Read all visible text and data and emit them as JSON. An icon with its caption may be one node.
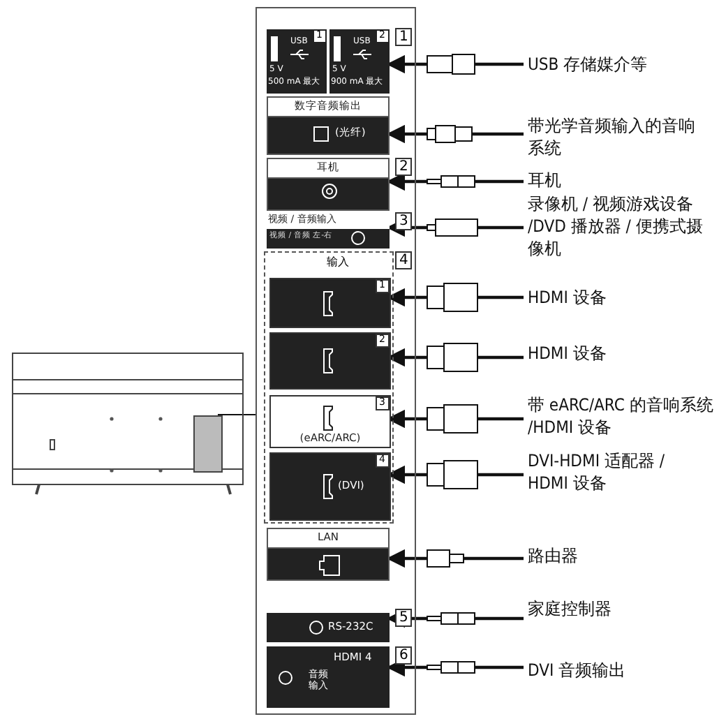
{
  "diagram": {
    "nodes": [
      {
        "text": [],
        "shape": "box"
      },
      {
        "text": [
          "1",
          "USB",
          "5 V",
          "500 mA 最大"
        ],
        "in": 0
      },
      {
        "text": [
          "2",
          "USB",
          "5 V",
          "900 mA 最大"
        ],
        "in": 0
      },
      {
        "text": [
          "数字音频输出",
          "(光纤)"
        ],
        "in": 0
      },
      {
        "text": [
          "耳机"
        ],
        "in": 0
      },
      {
        "text": [
          "视频 / 音频输入",
          "视频 / 音频 左-右"
        ],
        "in": 0
      },
      {
        "text": [
          "输入"
        ],
        "in": 0
      },
      {
        "text": [
          "1"
        ],
        "in": 6
      },
      {
        "text": [
          "2"
        ],
        "in": 6
      },
      {
        "text": [
          "3",
          "(eARC/ARC)"
        ],
        "in": 6
      },
      {
        "text": [
          "4",
          "(DVI)"
        ],
        "in": 6
      },
      {
        "text": [
          "LAN"
        ],
        "in": 0
      },
      {
        "text": [
          "RS-232C"
        ],
        "in": 0
      },
      {
        "text": [
          "HDMI 4",
          "音频输入"
        ],
        "in": 0
      },
      {
        "text": [
          "USB 存储媒介等"
        ]
      },
      {
        "text": [
          "带光学音频输入的音响系统"
        ]
      },
      {
        "text": [
          "耳机"
        ]
      },
      {
        "text": [
          "录像机 / 视频游戏设备 /DVD 播放器 / 便携式摄像机"
        ]
      },
      {
        "text": [
          "HDMI 设备"
        ]
      },
      {
        "text": [
          "HDMI 设备"
        ]
      },
      {
        "text": [
          "带 eARC/ARC 的音响系统 /HDMI 设备"
        ]
      },
      {
        "text": [
          "DVI-HDMI 适配器 / HDMI 设备"
        ]
      },
      {
        "text": [
          "路由器"
        ]
      },
      {
        "text": [
          "家庭控制器"
        ]
      },
      {
        "text": [
          "DVI 音频输出"
        ]
      },
      {
        "text": [],
        "shape": "picture"
      }
    ],
    "edges": [
      {
        "from": 14,
        "to": 2,
        "arrow": "to"
      },
      {
        "from": 15,
        "to": 3,
        "arrow": "to"
      },
      {
        "from": 16,
        "to": 4,
        "arrow": "to"
      },
      {
        "from": 17,
        "to": 5,
        "arrow": "to"
      },
      {
        "from": 18,
        "to": 7,
        "arrow": "to"
      },
      {
        "from": 19,
        "to": 8,
        "arrow": "to"
      },
      {
        "from": 20,
        "to": 9,
        "arrow": "to"
      },
      {
        "from": 21,
        "to": 10,
        "arrow": "to"
      },
      {
        "from": 22,
        "to": 11,
        "arrow": "to"
      },
      {
        "from": 23,
        "to": 12,
        "arrow": "to"
      },
      {
        "from": 24,
        "to": 13,
        "arrow": "to"
      },
      {
        "from": 25,
        "to": 0,
        "arrow": "none"
      }
    ],
    "labels": [
      "1",
      "2",
      "3",
      "4",
      "5",
      "6"
    ]
  }
}
